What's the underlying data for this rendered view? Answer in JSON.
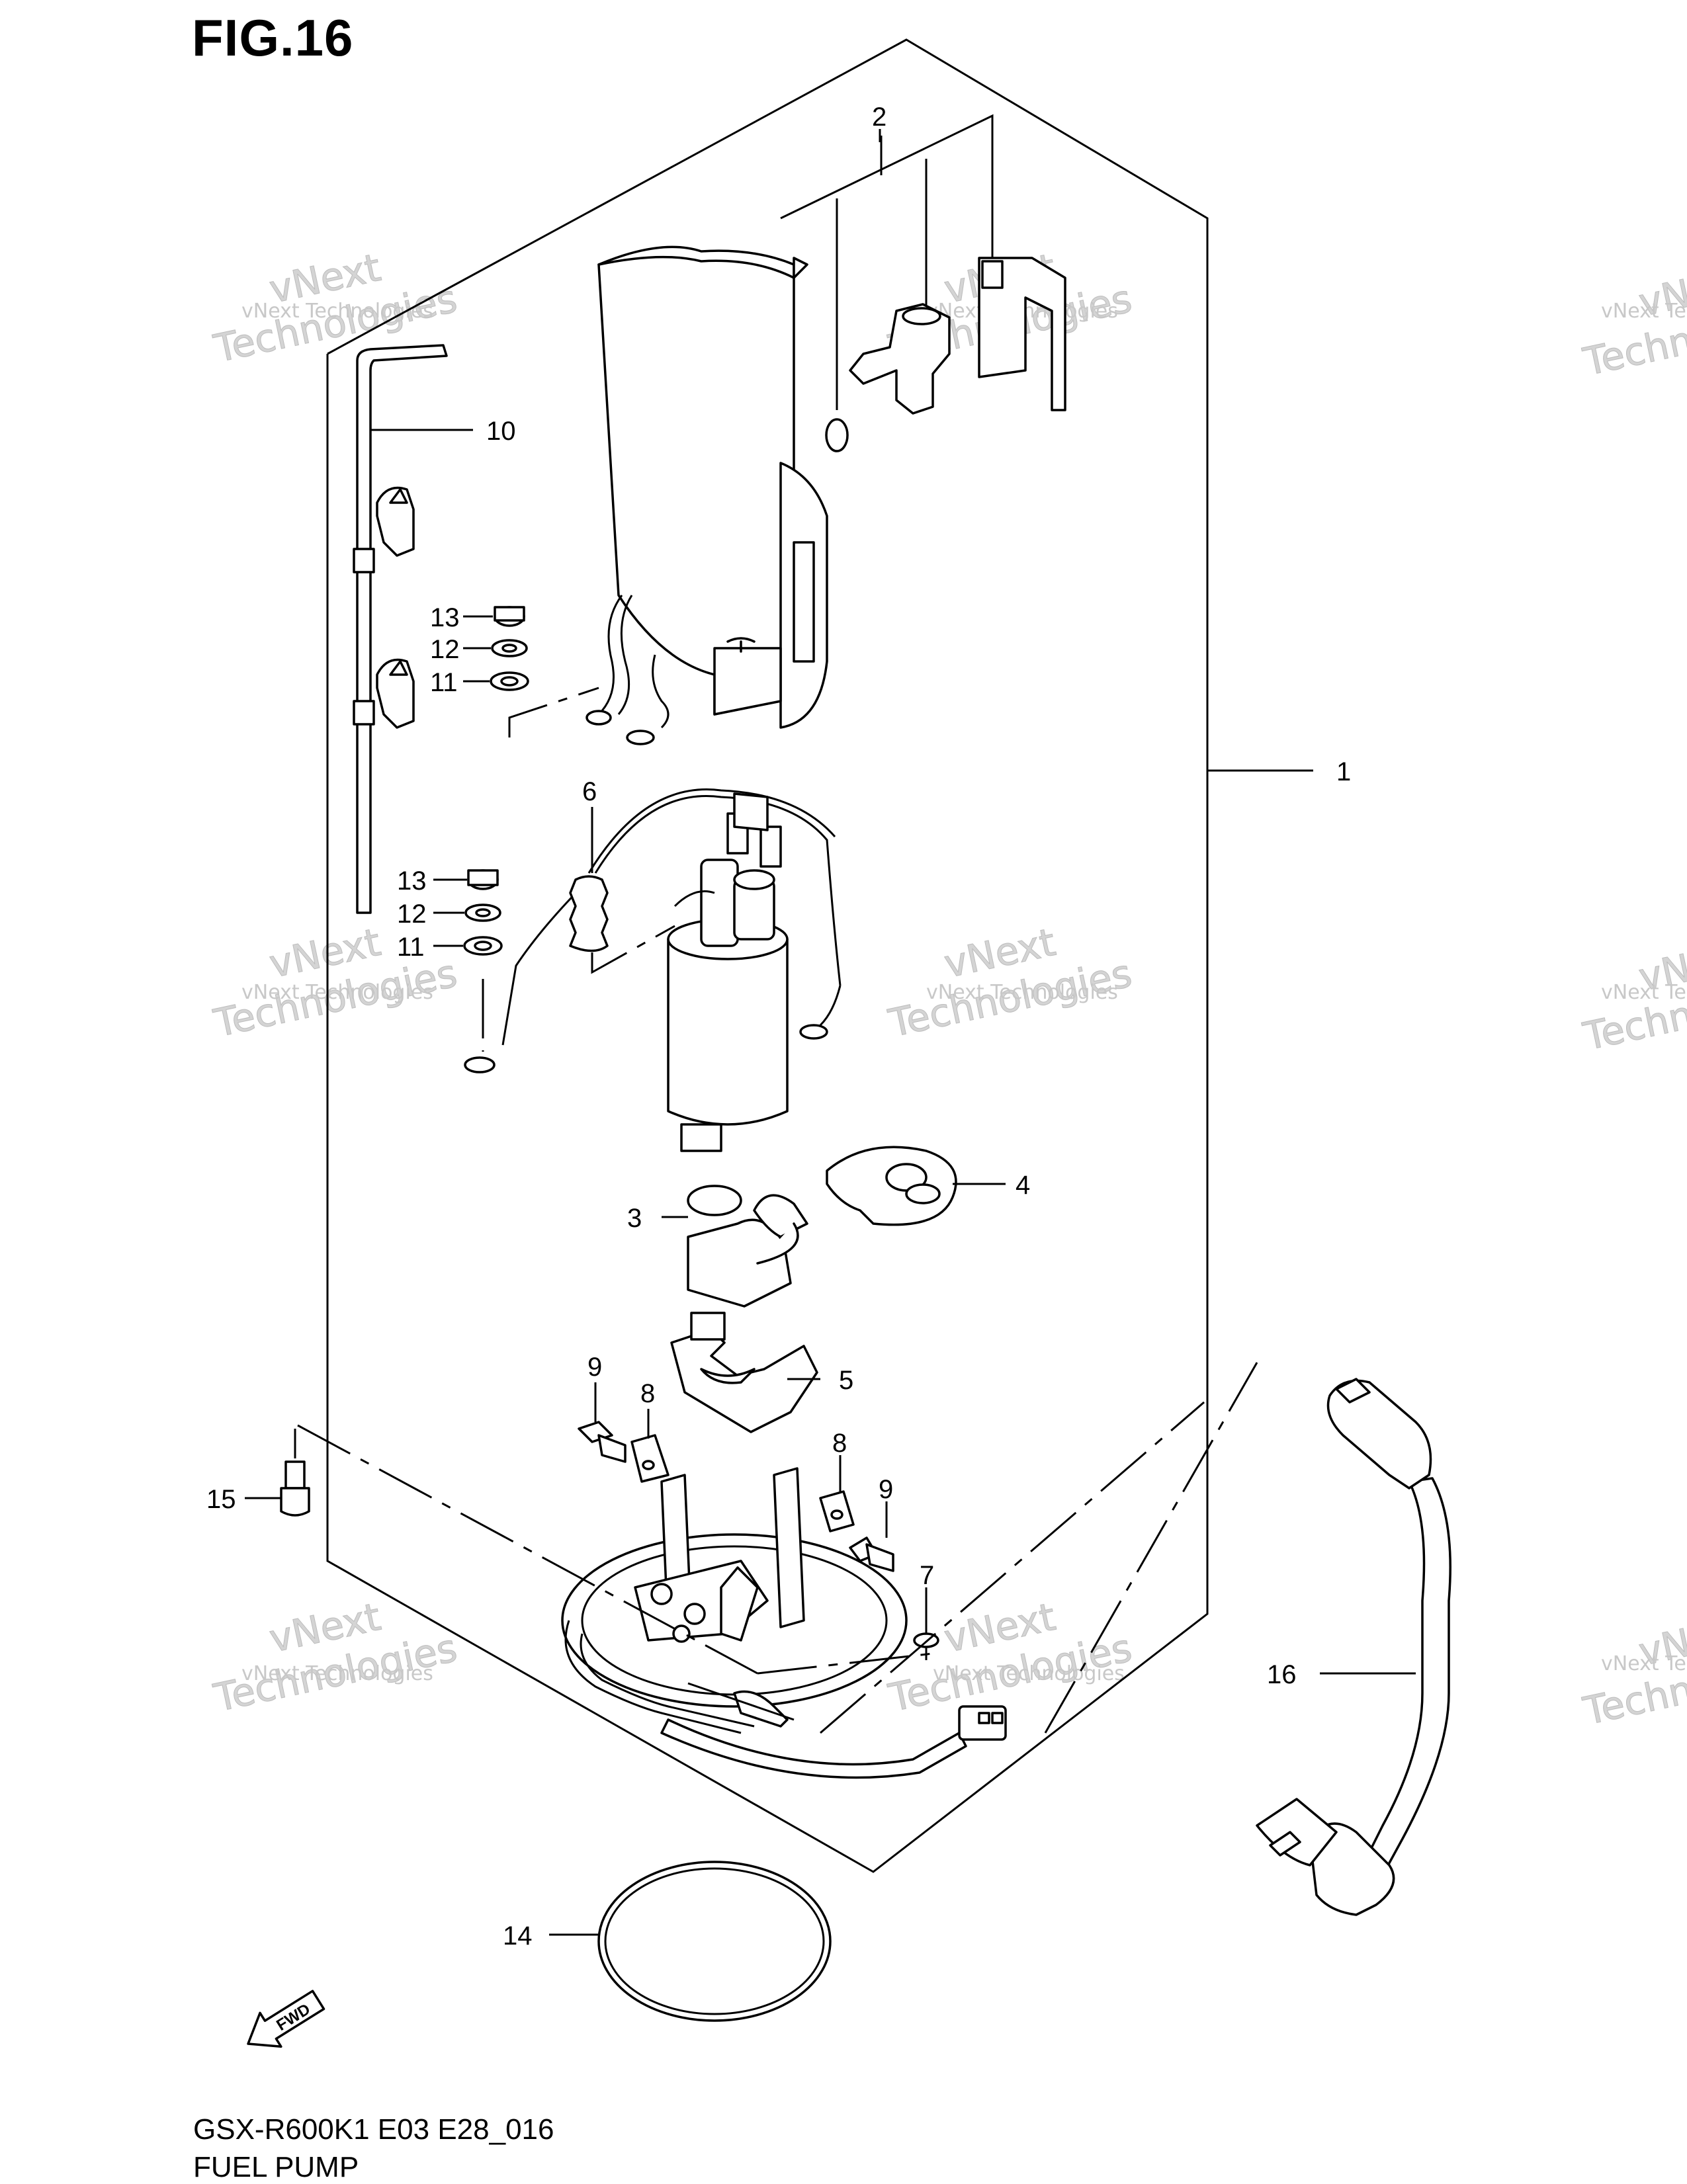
{
  "figure": {
    "title": "FIG.16",
    "code": "GSX-R600K1 E03 E28_016",
    "name": "FUEL PUMP"
  },
  "callouts": [
    "1",
    "2",
    "3",
    "4",
    "5",
    "6",
    "7",
    "8",
    "8",
    "9",
    "9",
    "10",
    "11",
    "11",
    "12",
    "12",
    "13",
    "13",
    "14",
    "15",
    "16"
  ],
  "watermark": {
    "small": "vNext Technologies",
    "big_top": "vNext",
    "big_bottom": "Technologies"
  },
  "fwd_label": "FWD"
}
